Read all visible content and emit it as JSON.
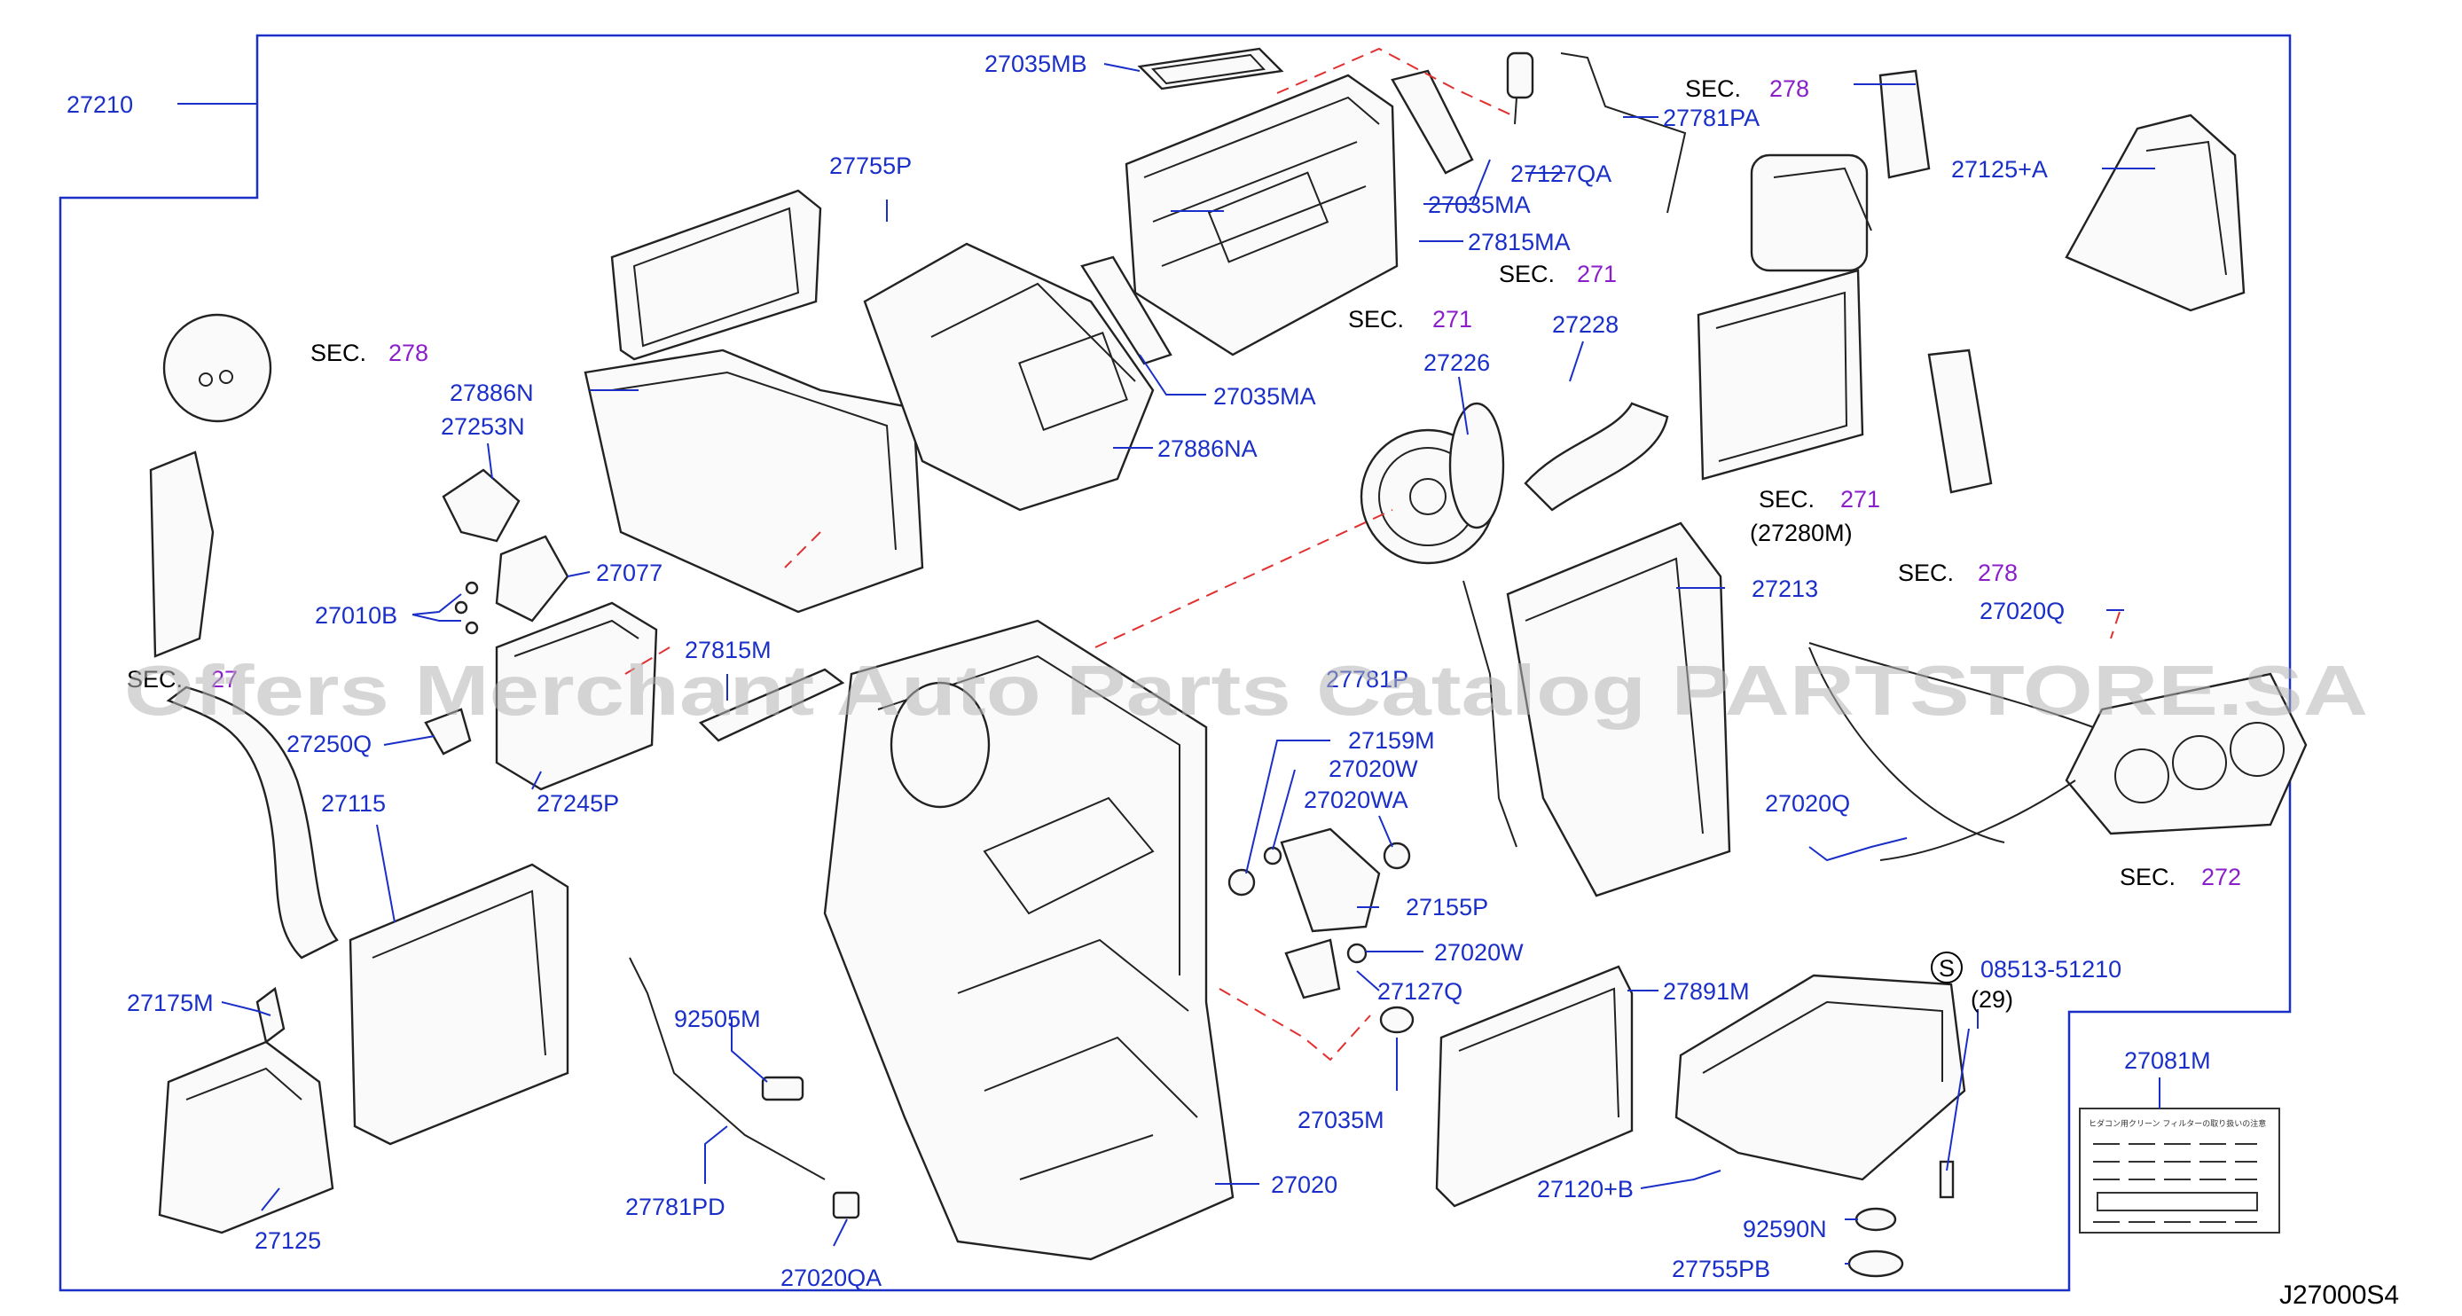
{
  "diagram_ref": "J27000S4",
  "watermark": "Offers Merchant Auto Parts Catalog PARTSTORE.SA",
  "bolt_symbol": "S",
  "label_sheet": {
    "header": "ヒダコン用クリーン フィルターの取り扱いの注意"
  },
  "labels": {
    "p27210": "27210",
    "p27035MB": "27035MB",
    "p27781PA": "27781PA",
    "p27127QA": "27127QA",
    "p27035MA_a": "27035MA",
    "p27815MA": "27815MA",
    "p27035MA_b": "27035MA",
    "p27755P": "27755P",
    "p27886N": "27886N",
    "p27253N": "27253N",
    "p27886NA": "27886NA",
    "p27226": "27226",
    "p27228": "27228",
    "p27125A": "27125+A",
    "p27077": "27077",
    "p27010B": "27010B",
    "p27815M": "27815M",
    "p27781P": "27781P",
    "p27213": "27213",
    "p27020Q_a": "27020Q",
    "p27250Q": "27250Q",
    "p27245P": "27245P",
    "p27159M": "27159M",
    "p27020W_a": "27020W",
    "p27020WA": "27020WA",
    "p27020Q_b": "27020Q",
    "p27115": "27115",
    "p27155P": "27155P",
    "p27020W_b": "27020W",
    "p27127Q": "27127Q",
    "p27175M": "27175M",
    "p92505M": "92505M",
    "p27891M": "27891M",
    "p08513": "08513-51210",
    "p08513qty": "(29)",
    "p27081M": "27081M",
    "p27035M": "27035M",
    "p27020": "27020",
    "p27120B": "27120+B",
    "p27125": "27125",
    "p27781PD": "27781PD",
    "p92590N": "92590N",
    "p27755PB": "27755PB",
    "p27020QA": "27020QA",
    "p27280M": "(27280M)"
  },
  "sections": {
    "s278_top": {
      "word": "SEC.",
      "num": "278"
    },
    "s271_a": {
      "word": "SEC.",
      "num": "271"
    },
    "s271_b": {
      "word": "SEC.",
      "num": "271"
    },
    "s278_left": {
      "word": "SEC.",
      "num": "278"
    },
    "s271_filter": {
      "word": "SEC.",
      "num": "271"
    },
    "s278_right": {
      "word": "SEC.",
      "num": "278"
    },
    "s27_left": {
      "word": "SEC.",
      "num": "27"
    },
    "s272": {
      "word": "SEC.",
      "num": "272"
    }
  }
}
